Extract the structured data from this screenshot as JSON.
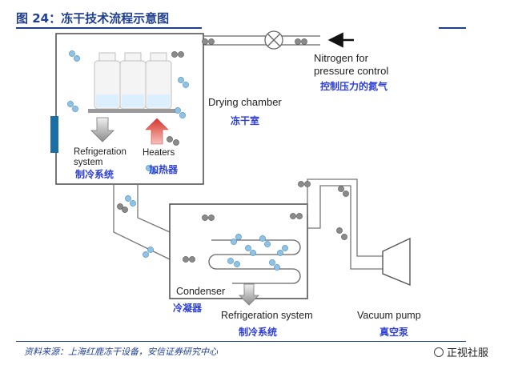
{
  "figure": {
    "title": "图 24：冻干技术流程示意图",
    "source": "资料来源：上海红鹿冻干设备，安信证券研究中心",
    "watermark": "正视社服"
  },
  "labels": {
    "nitrogen_en_1": "Nitrogen for",
    "nitrogen_en_2": "pressure control",
    "nitrogen_cn": "控制压力的氮气",
    "drying_en": "Drying chamber",
    "drying_cn": "冻干室",
    "refrig_chamber_en_1": "Refrigeration",
    "refrig_chamber_en_2": "system",
    "refrig_chamber_cn": "制冷系统",
    "heaters_en": "Heaters",
    "heaters_cn": "加热器",
    "condenser_en": "Condenser",
    "condenser_cn": "冷凝器",
    "refrig_cond_en": "Refrigeration system",
    "refrig_cond_cn": "制冷系统",
    "vacuum_en": "Vacuum pump",
    "vacuum_cn": "真空泵"
  },
  "colors": {
    "title": "#1f3f8f",
    "chinese_label": "#2d3fd6",
    "heater_arrow": "#d9342b",
    "refrig_arrow": "#8c8c8c",
    "side_bar": "#1c6fa6",
    "water_molecule": "#8fc3e6",
    "gas_molecule": "#8a8a8a"
  }
}
